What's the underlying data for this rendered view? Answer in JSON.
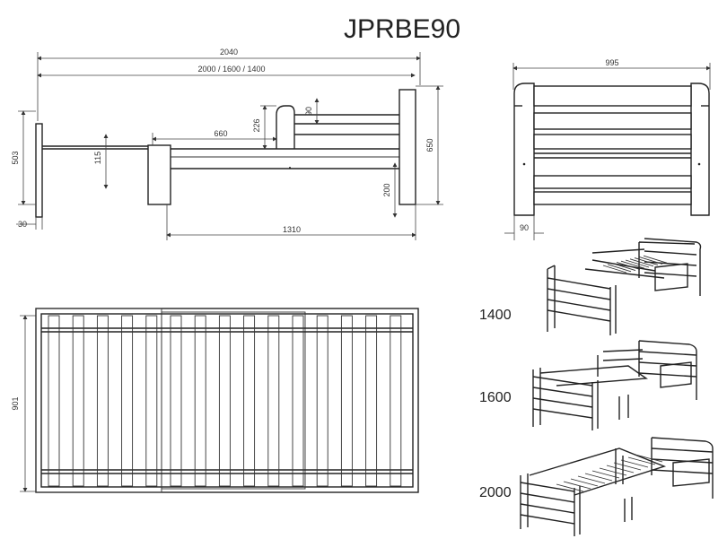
{
  "title": "JPRBE90",
  "side_view": {
    "total_length": "2040",
    "inner_length": "2000 / 1600 / 1400",
    "extension": "660",
    "guard_height": "226",
    "board_height": "90",
    "height": "503",
    "slat_height": "115",
    "leg_width": "30",
    "total_height": "650",
    "floor_clearance": "200",
    "frame_length": "1310"
  },
  "end_view": {
    "width": "995",
    "leg_width": "90"
  },
  "top_view": {
    "width": "901"
  },
  "sizes": [
    "1400",
    "1600",
    "2000"
  ]
}
